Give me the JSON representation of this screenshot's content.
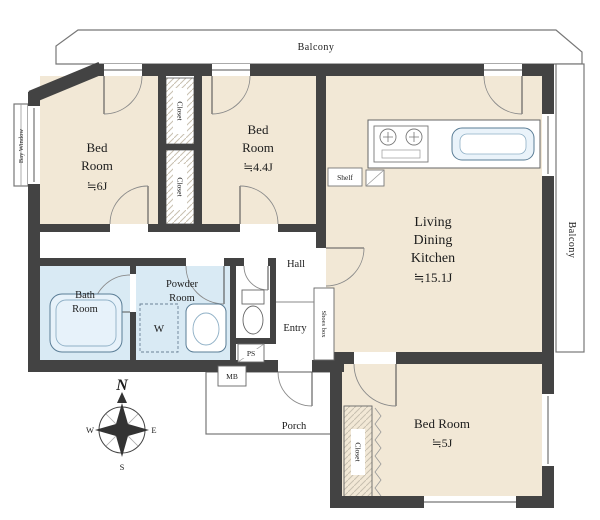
{
  "plan": {
    "balcony_top": "Balcony",
    "balcony_right": "Balcony",
    "bay_window": "Bay Window",
    "bedroom_a": {
      "l1": "Bed",
      "l2": "Room",
      "size": "≒6J"
    },
    "bedroom_b": {
      "l1": "Bed",
      "l2": "Room",
      "size": "≒4.4J"
    },
    "bedroom_c": {
      "name": "Bed Room",
      "size": "≒5J"
    },
    "ldk": {
      "l1": "Living",
      "l2": "Dining",
      "l3": "Kitchen",
      "size": "≒15.1J"
    },
    "bath": {
      "l1": "Bath",
      "l2": "Room"
    },
    "powder": {
      "l1": "Powder",
      "l2": "Room"
    },
    "hall": "Hall",
    "entry": "Entry",
    "porch": "Porch",
    "closet": "Closet",
    "shelf": "Shelf",
    "shoes_box": "Shoes box",
    "ps": "PS",
    "mb": "MB",
    "washer": "W",
    "compass": {
      "n": "N",
      "e": "E",
      "s": "S",
      "w": "W"
    },
    "colors": {
      "room_fill": "#f2e8d6",
      "wet_fill": "#d9eaf4",
      "wall": "#434343"
    }
  }
}
